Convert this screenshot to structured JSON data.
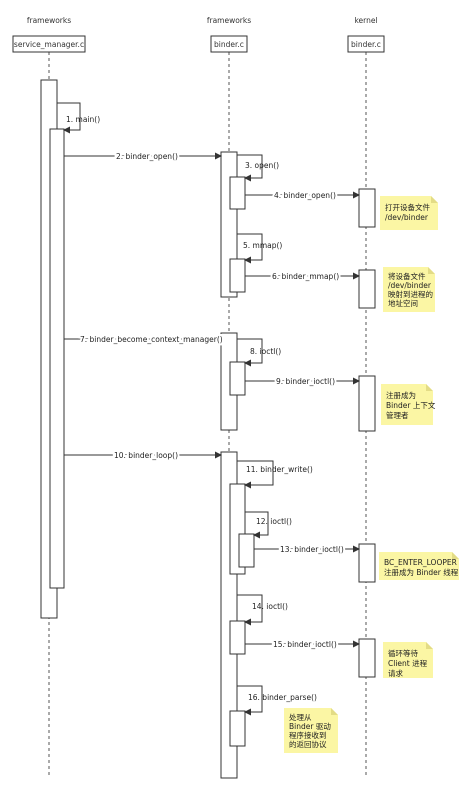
{
  "participants": [
    {
      "group": "frameworks",
      "name": "service_manager.c"
    },
    {
      "group": "frameworks",
      "name": "binder.c"
    },
    {
      "group": "kernel",
      "name": "binder.c"
    }
  ],
  "messages": [
    {
      "label": "1. main()"
    },
    {
      "label": "2. binder_open()"
    },
    {
      "label": "3. open()"
    },
    {
      "label": "4. binder_open()"
    },
    {
      "label": "5. mmap()"
    },
    {
      "label": "6. binder_mmap()"
    },
    {
      "label": "7. binder_become_context_manager()"
    },
    {
      "label": "8. ioctl()"
    },
    {
      "label": "9. binder_ioctl()"
    },
    {
      "label": "10. binder_loop()"
    },
    {
      "label": "11. binder_write()"
    },
    {
      "label": "12. ioctl()"
    },
    {
      "label": "13. binder_ioctl()"
    },
    {
      "label": "14. ioctl()"
    },
    {
      "label": "15. binder_ioctl()"
    },
    {
      "label": "16. binder_parse()"
    }
  ],
  "notes": [
    {
      "lines": [
        "打开设备文件",
        "/dev/binder"
      ]
    },
    {
      "lines": [
        "将设备文件",
        "/dev/binder",
        "映射到进程的",
        "地址空间"
      ]
    },
    {
      "lines": [
        "注册成为",
        "Binder 上下文",
        "管理者"
      ]
    },
    {
      "lines": [
        "BC_ENTER_LOOPER",
        "注册成为 Binder 线程"
      ]
    },
    {
      "lines": [
        "循环等待",
        "Client 进程",
        "请求"
      ]
    },
    {
      "lines": [
        "处理从",
        "Binder 驱动",
        "程序接收到",
        "的返回协议"
      ]
    }
  ],
  "colors": {
    "line": "#333333",
    "note_fill": "#fbf6a4",
    "note_fold": "#e3dc86",
    "activation_fill": "#ffffff"
  }
}
